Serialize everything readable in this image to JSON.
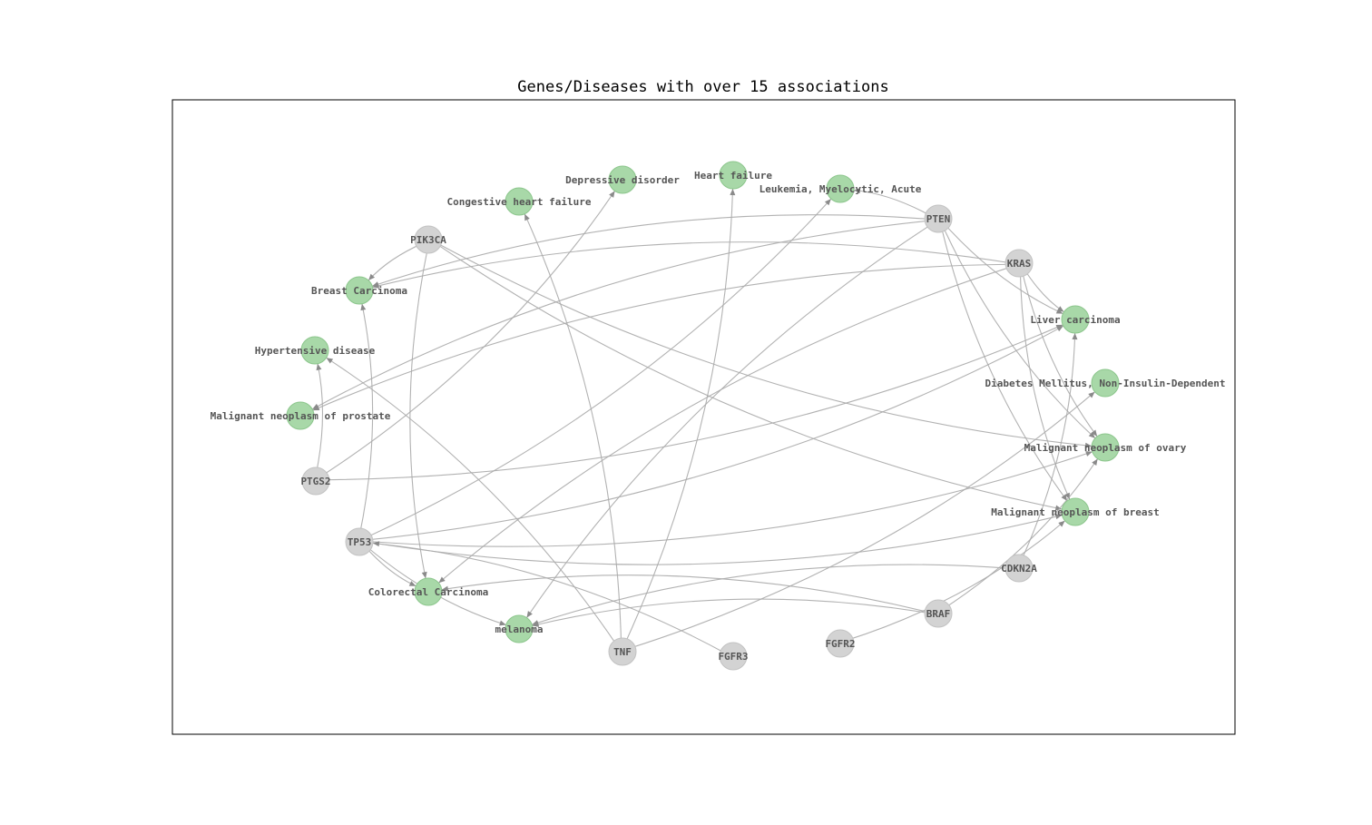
{
  "title": "Genes/Diseases with over 15 associations",
  "colors": {
    "gene_fill": "#d3d3d3",
    "gene_stroke": "#c2c2c2",
    "disease_fill": "#a8d8a8",
    "disease_stroke": "#8cc68c",
    "edge": "#aaaaaa",
    "label": "#555555",
    "frame": "#000000"
  },
  "nodes": [
    {
      "id": "Depressive disorder",
      "type": "disease"
    },
    {
      "id": "Heart failure",
      "type": "disease"
    },
    {
      "id": "Congestive heart failure",
      "type": "disease"
    },
    {
      "id": "Leukemia, Myelocytic, Acute",
      "type": "disease"
    },
    {
      "id": "PTEN",
      "type": "gene"
    },
    {
      "id": "PIK3CA",
      "type": "gene"
    },
    {
      "id": "KRAS",
      "type": "gene"
    },
    {
      "id": "Breast Carcinoma",
      "type": "disease"
    },
    {
      "id": "Liver carcinoma",
      "type": "disease"
    },
    {
      "id": "Hypertensive disease",
      "type": "disease"
    },
    {
      "id": "Diabetes Mellitus, Non-Insulin-Dependent",
      "type": "disease"
    },
    {
      "id": "Malignant neoplasm of prostate",
      "type": "disease"
    },
    {
      "id": "Malignant neoplasm of ovary",
      "type": "disease"
    },
    {
      "id": "PTGS2",
      "type": "gene"
    },
    {
      "id": "Malignant neoplasm of breast",
      "type": "disease"
    },
    {
      "id": "TP53",
      "type": "gene"
    },
    {
      "id": "CDKN2A",
      "type": "gene"
    },
    {
      "id": "Colorectal Carcinoma",
      "type": "disease"
    },
    {
      "id": "BRAF",
      "type": "gene"
    },
    {
      "id": "melanoma",
      "type": "disease"
    },
    {
      "id": "FGFR2",
      "type": "gene"
    },
    {
      "id": "TNF",
      "type": "gene"
    },
    {
      "id": "FGFR3",
      "type": "gene"
    }
  ],
  "edges": [
    {
      "from": "PIK3CA",
      "to": "Breast Carcinoma"
    },
    {
      "from": "PIK3CA",
      "to": "Colorectal Carcinoma"
    },
    {
      "from": "PIK3CA",
      "to": "Malignant neoplasm of ovary"
    },
    {
      "from": "PIK3CA",
      "to": "Malignant neoplasm of breast"
    },
    {
      "from": "PTEN",
      "to": "Leukemia, Myelocytic, Acute"
    },
    {
      "from": "PTEN",
      "to": "Breast Carcinoma"
    },
    {
      "from": "PTEN",
      "to": "Malignant neoplasm of prostate"
    },
    {
      "from": "PTEN",
      "to": "Liver carcinoma"
    },
    {
      "from": "PTEN",
      "to": "Malignant neoplasm of ovary"
    },
    {
      "from": "PTEN",
      "to": "Malignant neoplasm of breast"
    },
    {
      "from": "PTEN",
      "to": "melanoma"
    },
    {
      "from": "KRAS",
      "to": "Breast Carcinoma"
    },
    {
      "from": "KRAS",
      "to": "Malignant neoplasm of prostate"
    },
    {
      "from": "KRAS",
      "to": "Liver carcinoma"
    },
    {
      "from": "KRAS",
      "to": "Malignant neoplasm of ovary"
    },
    {
      "from": "KRAS",
      "to": "Malignant neoplasm of breast"
    },
    {
      "from": "KRAS",
      "to": "Colorectal Carcinoma"
    },
    {
      "from": "PTGS2",
      "to": "Hypertensive disease"
    },
    {
      "from": "PTGS2",
      "to": "Depressive disorder"
    },
    {
      "from": "PTGS2",
      "to": "Liver carcinoma"
    },
    {
      "from": "TP53",
      "to": "Breast Carcinoma"
    },
    {
      "from": "TP53",
      "to": "Leukemia, Myelocytic, Acute"
    },
    {
      "from": "TP53",
      "to": "Liver carcinoma"
    },
    {
      "from": "TP53",
      "to": "Malignant neoplasm of ovary"
    },
    {
      "from": "TP53",
      "to": "Malignant neoplasm of breast"
    },
    {
      "from": "TP53",
      "to": "Colorectal Carcinoma"
    },
    {
      "from": "TP53",
      "to": "melanoma"
    },
    {
      "from": "CDKN2A",
      "to": "Liver carcinoma"
    },
    {
      "from": "CDKN2A",
      "to": "melanoma"
    },
    {
      "from": "BRAF",
      "to": "Colorectal Carcinoma"
    },
    {
      "from": "BRAF",
      "to": "melanoma"
    },
    {
      "from": "BRAF",
      "to": "Malignant neoplasm of ovary"
    },
    {
      "from": "FGFR2",
      "to": "Malignant neoplasm of breast"
    },
    {
      "from": "FGFR3",
      "to": "TP53"
    },
    {
      "from": "TNF",
      "to": "Congestive heart failure"
    },
    {
      "from": "TNF",
      "to": "Heart failure"
    },
    {
      "from": "TNF",
      "to": "Hypertensive disease"
    },
    {
      "from": "TNF",
      "to": "Diabetes Mellitus, Non-Insulin-Dependent"
    }
  ]
}
